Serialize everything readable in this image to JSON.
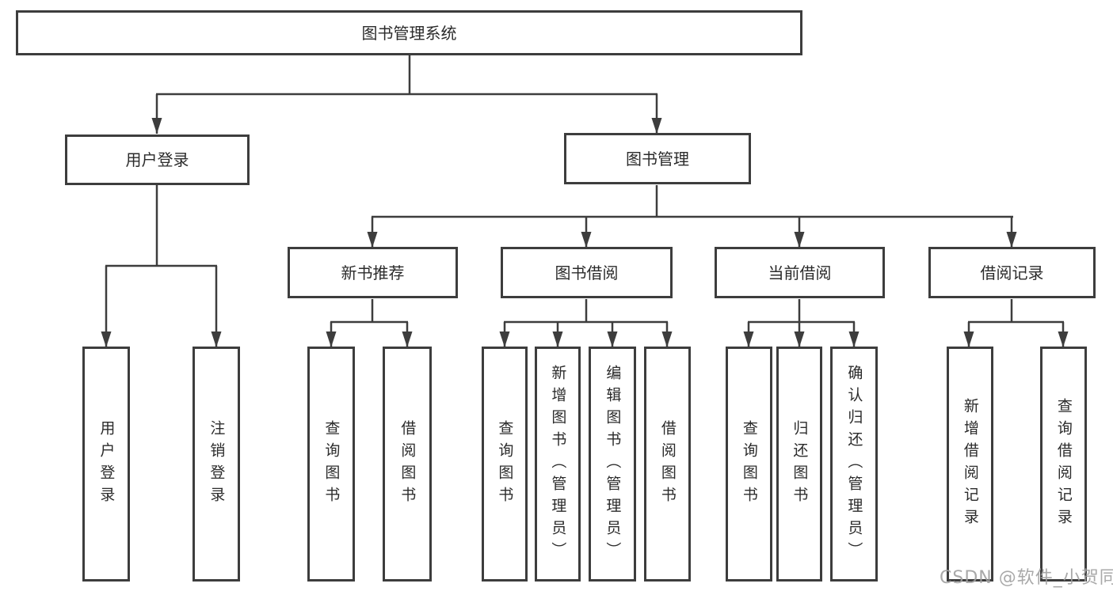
{
  "diagram_title": "图书管理系统",
  "tree": {
    "label": "图书管理系统",
    "children": [
      {
        "label": "用户登录",
        "children": [
          {
            "label": "用户登录"
          },
          {
            "label": "注销登录"
          }
        ]
      },
      {
        "label": "图书管理",
        "children": [
          {
            "label": "新书推荐",
            "children": [
              {
                "label": "查询图书"
              },
              {
                "label": "借阅图书"
              }
            ]
          },
          {
            "label": "图书借阅",
            "children": [
              {
                "label": "查询图书"
              },
              {
                "label": "新增图书（管理员）"
              },
              {
                "label": "编辑图书（管理员）"
              },
              {
                "label": "借阅图书"
              }
            ]
          },
          {
            "label": "当前借阅",
            "children": [
              {
                "label": "查询图书"
              },
              {
                "label": "归还图书"
              },
              {
                "label": "确认归还（管理员）"
              }
            ]
          },
          {
            "label": "借阅记录",
            "children": [
              {
                "label": "新增借阅记录"
              },
              {
                "label": "查询借阅记录"
              }
            ]
          }
        ]
      }
    ]
  },
  "watermark": "CSDN @软件_小贺同学",
  "colors": {
    "line": "#3d3d3d",
    "text": "#2b2b2b",
    "watermark": "#a0a0a0",
    "background": "#ffffff"
  }
}
